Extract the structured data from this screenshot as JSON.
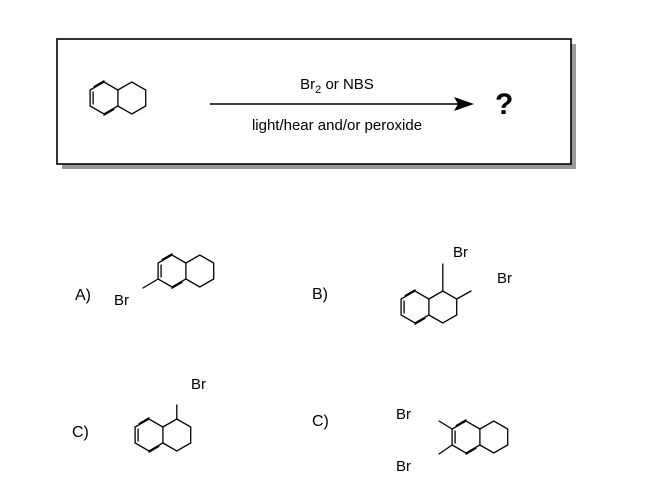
{
  "reaction": {
    "reagent_main": "Br",
    "reagent_sub": "2",
    "reagent_rest": " or NBS",
    "conditions": "light/hear and/or peroxide",
    "product": "?"
  },
  "options": {
    "a": {
      "letter": "A)",
      "labels": [
        "Br"
      ]
    },
    "b": {
      "letter": "B)",
      "labels": [
        "Br",
        "Br"
      ]
    },
    "c1": {
      "letter": "C)",
      "labels": [
        "Br"
      ]
    },
    "c2": {
      "letter": "C)",
      "labels": [
        "Br",
        "Br"
      ]
    }
  }
}
